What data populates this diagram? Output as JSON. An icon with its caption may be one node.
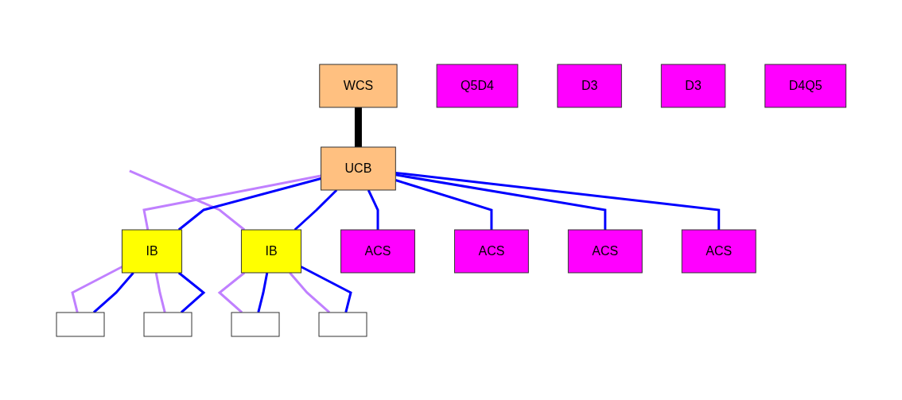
{
  "diagram": {
    "nodes": [
      {
        "text": [
          "WCS"
        ]
      },
      {
        "text": [
          "UCB"
        ]
      },
      {
        "text": [
          "IB"
        ]
      },
      {
        "text": [
          "IB"
        ]
      },
      {
        "text": [
          "ACS"
        ]
      },
      {
        "text": [
          "ACS"
        ]
      },
      {
        "text": [
          "ACS"
        ]
      },
      {
        "text": [
          "ACS"
        ]
      },
      {
        "text": [],
        "shape": "box"
      },
      {
        "text": [
          "Q5D4"
        ]
      },
      {
        "text": [],
        "shape": "box"
      },
      {
        "text": [
          "D3"
        ]
      },
      {
        "text": [
          "D3"
        ]
      },
      {
        "text": [],
        "shape": "box"
      },
      {
        "text": [
          "D4Q5"
        ]
      },
      {
        "text": [],
        "shape": "box"
      }
    ],
    "edges": [
      {
        "from": 0,
        "to": 1,
        "arrow": "none",
        "style": "thick",
        "color": "#000000"
      },
      {
        "from": 1,
        "to": 2,
        "arrow": "none",
        "color": "#c080ff"
      },
      {
        "from": null,
        "to": 3,
        "arrow": "none",
        "color": "#c080ff"
      },
      {
        "from": 1,
        "to": 2,
        "arrow": "none"
      },
      {
        "from": 1,
        "to": 4,
        "arrow": "none"
      },
      {
        "from": 1,
        "to": 5,
        "arrow": "none"
      },
      {
        "from": 1,
        "to": 6,
        "arrow": "none"
      },
      {
        "from": 1,
        "to": 7,
        "arrow": "none"
      },
      {
        "from": 1,
        "to": 3,
        "arrow": "none"
      },
      {
        "from": 2,
        "to": 8,
        "arrow": "none",
        "color": "#c080ff"
      },
      {
        "from": 2,
        "to": 10,
        "arrow": "none",
        "color": "#c080ff"
      },
      {
        "from": 2,
        "to": 8,
        "arrow": "none"
      },
      {
        "from": 2,
        "to": 10,
        "arrow": "none"
      },
      {
        "from": 3,
        "to": 13,
        "arrow": "none",
        "color": "#c080ff"
      },
      {
        "from": 3,
        "to": 15,
        "arrow": "none",
        "color": "#c080ff"
      },
      {
        "from": 3,
        "to": 13,
        "arrow": "none"
      },
      {
        "from": 3,
        "to": 15,
        "arrow": "none"
      }
    ]
  }
}
